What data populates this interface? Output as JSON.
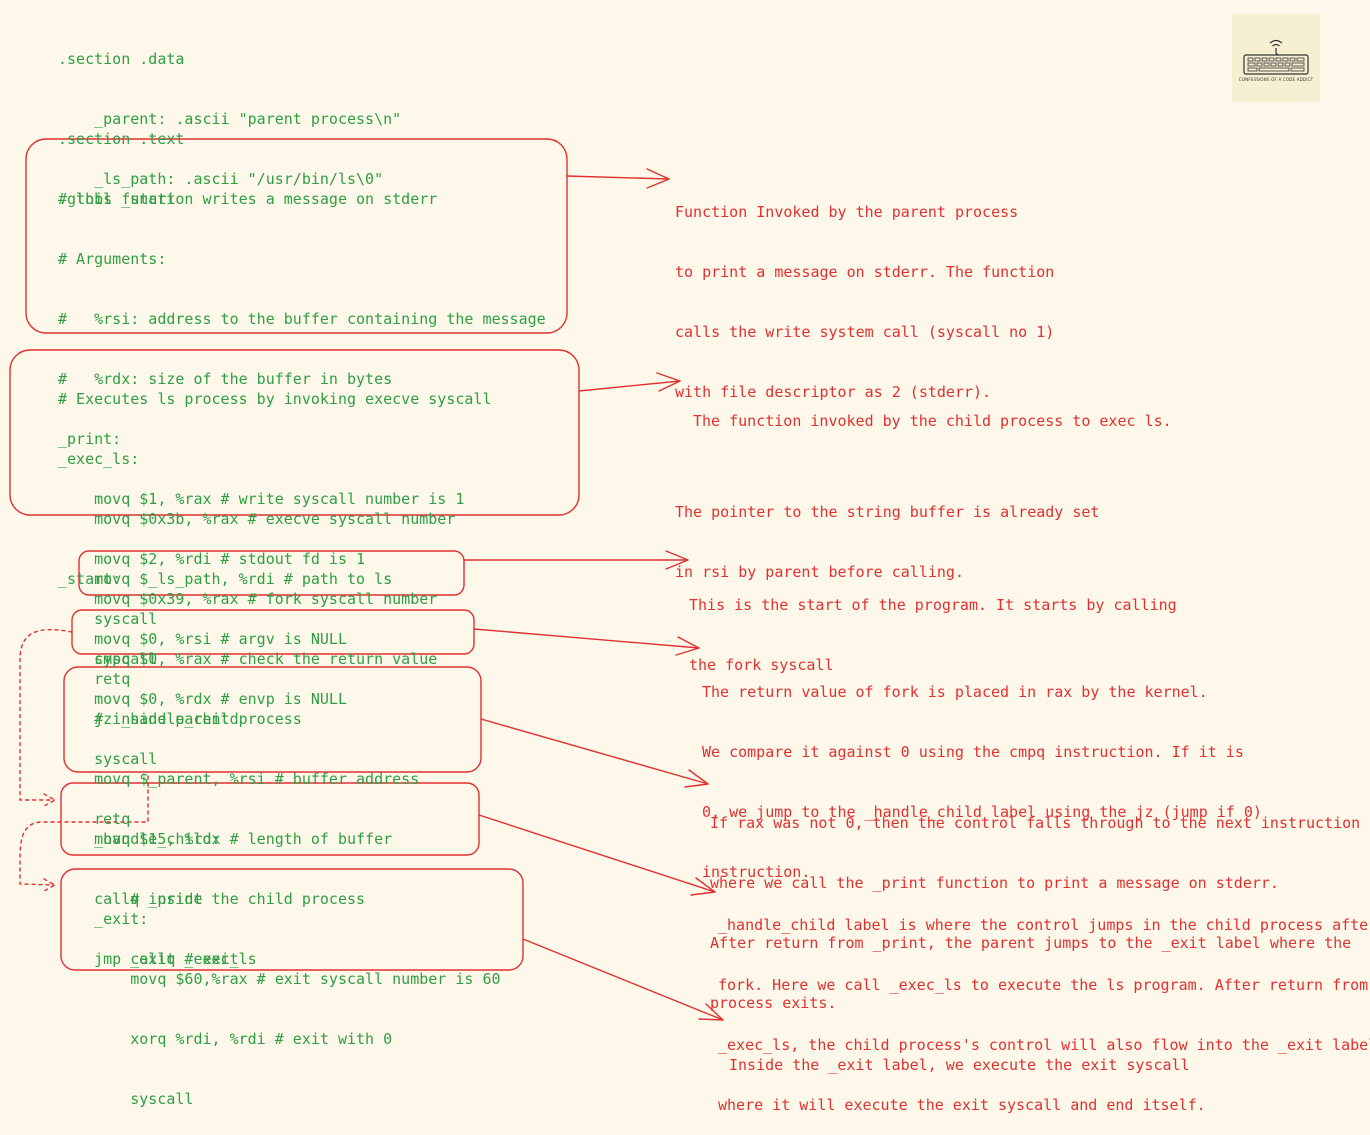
{
  "code": {
    "data_section": [
      ".section .data",
      "    _parent: .ascii \"parent process\\n\"",
      "    _ls_path: .ascii \"/usr/bin/ls\\0\""
    ],
    "text_section": [
      ".section .text",
      ".globl _start"
    ],
    "print_fn": [
      "# this function writes a message on stderr",
      "# Arguments:",
      "#   %rsi: address to the buffer containing the message",
      "#   %rdx: size of the buffer in bytes",
      "_print:",
      "    movq $1, %rax # write syscall number is 1",
      "    movq $2, %rdi # stdout fd is 1",
      "    syscall",
      "    retq"
    ],
    "exec_ls_fn": [
      "# Executes ls process by invoking execve syscall",
      "_exec_ls:",
      "    movq $0x3b, %rax # execve syscall number",
      "    movq $_ls_path, %rdi # path to ls",
      "    movq $0, %rsi # argv is NULL",
      "    movq $0, %rdx # envp is NULL",
      "    syscall",
      "    retq"
    ],
    "start_label": "_start:",
    "fork_block": [
      "    movq $0x39, %rax # fork syscall number",
      "    syscall"
    ],
    "compare_block": [
      "    cmpq $0, %rax # check the return value",
      "    jz _handle_child"
    ],
    "parent_block": [
      "    # inside parent process",
      "    movq $_parent, %rsi # buffer address",
      "    movq $15, %rdx # length of buffer",
      "    callq _print",
      "    jmp _exit # exit"
    ],
    "child_block": [
      "    _handle_child:",
      "        # inside the child process",
      "        callq _exec_ls"
    ],
    "exit_block": [
      "    _exit:",
      "        movq $60,%rax # exit syscall number is 60",
      "        xorq %rdi, %rdi # exit with 0",
      "        syscall"
    ]
  },
  "notes": {
    "print_note": [
      "Function Invoked by the parent process",
      "to print a message on stderr. The function",
      "calls the write system call (syscall no 1)",
      "with file descriptor as 2 (stderr).",
      "",
      "The pointer to the string buffer is already set",
      "in rsi by parent before calling."
    ],
    "exec_note": [
      "The function invoked by the child process to exec ls."
    ],
    "start_note": [
      "This is the start of the program. It starts by calling",
      "the fork syscall"
    ],
    "compare_note": [
      "The return value of fork is placed in rax by the kernel.",
      "We compare it against 0 using the cmpq instruction. If it is",
      "0, we jump to the _handle_child label using the jz (jump if 0)",
      "instruction."
    ],
    "parent_note": [
      "If rax was not 0, then the control falls through to the next instruction",
      "where we call the _print function to print a message on stderr.",
      "After return from _print, the parent jumps to the _exit label where the",
      "process exits."
    ],
    "child_note": [
      "_handle_child label is where the control jumps in the child process after",
      "fork. Here we call _exec_ls to execute the ls program. After return from",
      "_exec_ls, the child process's control will also flow into the _exit label",
      "where it will execute the exit syscall and end itself."
    ],
    "exit_note": [
      "Inside the _exit label, we execute the exit syscall"
    ]
  },
  "logo": {
    "icon": "keyboard-wifi-icon",
    "caption": "CONFESSIONS OF A CODE ADDICT"
  },
  "colors": {
    "code": "#2f9e44",
    "annotation": "#e03131",
    "background": "#fdf8ea"
  }
}
